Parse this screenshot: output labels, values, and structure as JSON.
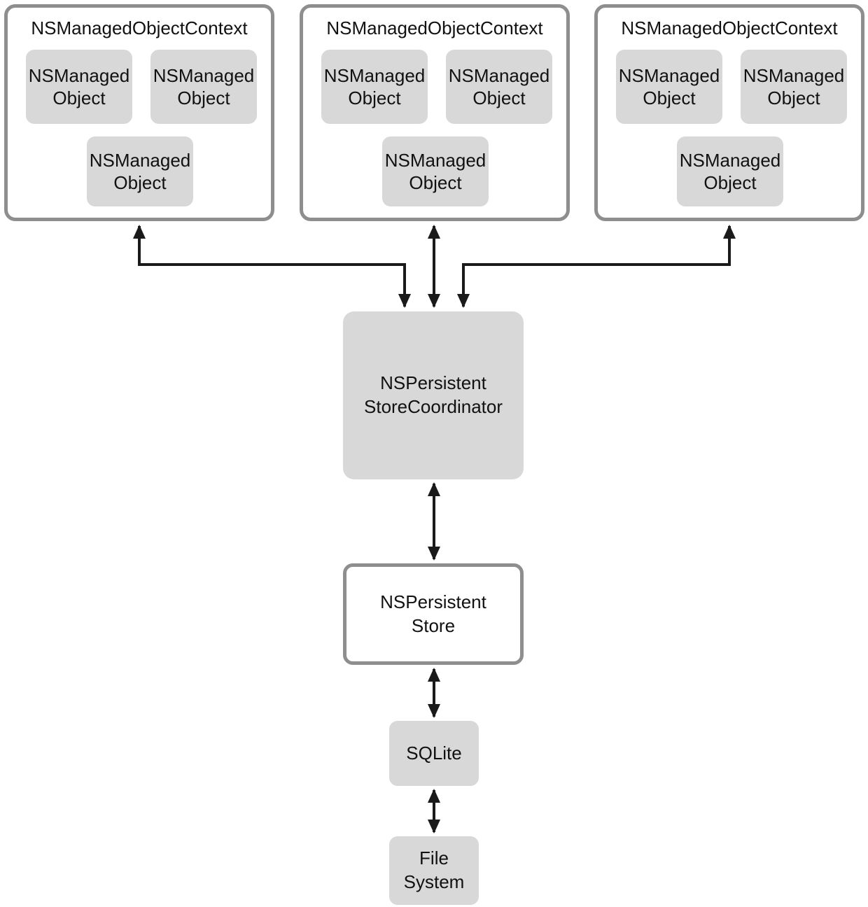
{
  "diagram": {
    "contexts": [
      {
        "title": "NSManagedObjectContext",
        "objects": [
          "NSManaged\nObject",
          "NSManaged\nObject",
          "NSManaged\nObject"
        ]
      },
      {
        "title": "NSManagedObjectContext",
        "objects": [
          "NSManaged\nObject",
          "NSManaged\nObject",
          "NSManaged\nObject"
        ]
      },
      {
        "title": "NSManagedObjectContext",
        "objects": [
          "NSManaged\nObject",
          "NSManaged\nObject",
          "NSManaged\nObject"
        ]
      }
    ],
    "coordinator_label": "NSPersistent\nStoreCoordinator",
    "store_label": "NSPersistent\nStore",
    "sqlite_label": "SQLite",
    "filesystem_label": "File\nSystem",
    "colors": {
      "node_fill": "#d8d8d8",
      "outlined_border": "#8e8e8e",
      "arrow": "#1a1a1a",
      "text": "#111111",
      "background": "#ffffff"
    }
  }
}
